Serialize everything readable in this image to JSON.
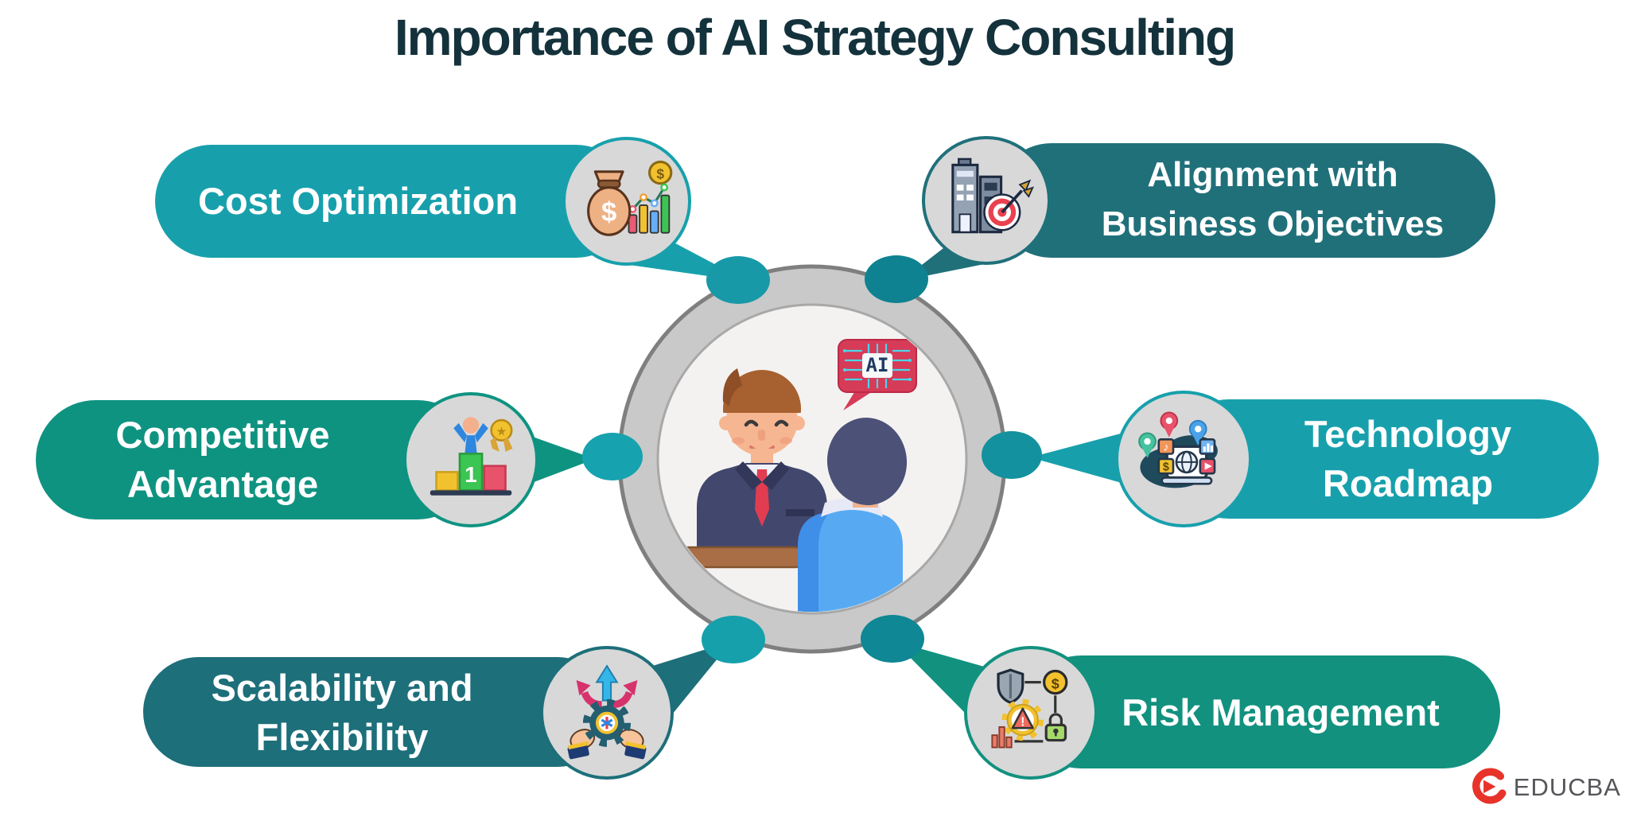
{
  "title": "Importance of AI Strategy Consulting",
  "center": {
    "ai_label": "AI",
    "illustration": "consultant-and-client-conversation",
    "ring_color": "#c9c9c9",
    "dot_color": "#17a0ac"
  },
  "callouts": {
    "cost_optimization": {
      "lines": [
        "Cost Optimization",
        ""
      ],
      "color": "#17a0ac",
      "icon": "money-bag-growth-chart-icon",
      "position": "top-left"
    },
    "alignment": {
      "lines": [
        "Alignment with",
        "Business Objectives"
      ],
      "color": "#20707a",
      "icon": "buildings-target-icon",
      "position": "top-right"
    },
    "competitive": {
      "lines": [
        "Competitive",
        "Advantage"
      ],
      "color": "#0f9381",
      "icon": "winner-podium-icon",
      "position": "middle-left"
    },
    "technology": {
      "lines": [
        "Technology",
        "Roadmap"
      ],
      "color": "#17a0ac",
      "icon": "roadmap-laptop-icon",
      "position": "middle-right"
    },
    "scalability": {
      "lines": [
        "Scalability and",
        "Flexibility"
      ],
      "color": "#1d6f7a",
      "icon": "hands-gear-arrows-icon",
      "position": "bottom-left"
    },
    "risk": {
      "lines": [
        "Risk Management",
        ""
      ],
      "color": "#12917f",
      "icon": "shield-gear-lock-icon",
      "position": "bottom-right"
    }
  },
  "branding": {
    "logo_text": "EDUCBA",
    "logo_icon": "educba-e-icon",
    "logo_red": "#e8332a",
    "logo_text_color": "#55565a"
  },
  "palette": {
    "teal": "#17a0ac",
    "dark_teal": "#20707a",
    "green_teal": "#0f9381",
    "dark_teal_2": "#1d6f7a",
    "green_teal_2": "#12917f",
    "ring_gray": "#c9c9c9",
    "title_color": "#14323c"
  }
}
